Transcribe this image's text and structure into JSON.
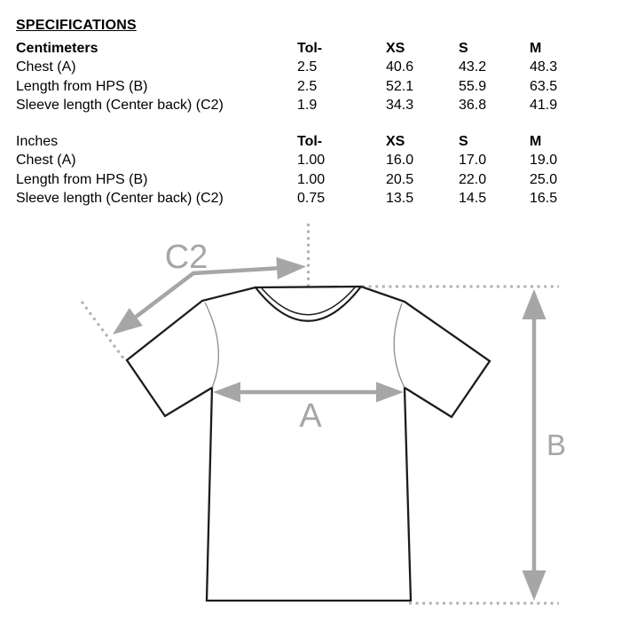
{
  "specifications": {
    "title": "SPECIFICATIONS",
    "columns": [
      "Tol-",
      "XS",
      "S",
      "M"
    ],
    "blocks": [
      {
        "unit_label": "Centimeters",
        "rows": [
          {
            "label": "Chest (A)",
            "values": [
              "2.5",
              "40.6",
              "43.2",
              "48.3"
            ]
          },
          {
            "label": "Length from HPS (B)",
            "values": [
              "2.5",
              "52.1",
              "55.9",
              "63.5"
            ]
          },
          {
            "label": "Sleeve length (Center back) (C2)",
            "values": [
              "1.9",
              "34.3",
              "36.8",
              "41.9"
            ]
          }
        ]
      },
      {
        "unit_label": "Inches",
        "rows": [
          {
            "label": "Chest (A)",
            "values": [
              "1.00",
              "16.0",
              "17.0",
              "19.0"
            ]
          },
          {
            "label": "Length from HPS (B)",
            "values": [
              "1.00",
              "20.5",
              "22.0",
              "25.0"
            ]
          },
          {
            "label": "Sleeve length (Center back) (C2)",
            "values": [
              "0.75",
              "13.5",
              "14.5",
              "16.5"
            ]
          }
        ]
      }
    ]
  },
  "diagram": {
    "labels": {
      "sleeve": "C2",
      "chest": "A",
      "length": "B"
    },
    "colors": {
      "outline": "#1c1c1c",
      "annotation_gray": "#a6a6a6",
      "dotted_gray": "#b0b0b0",
      "armhole_gray": "#8c8c8c"
    }
  }
}
